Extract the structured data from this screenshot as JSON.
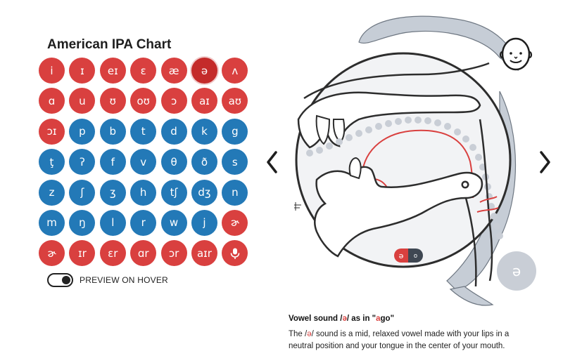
{
  "title": "American IPA Chart",
  "symbols": [
    {
      "s": "i",
      "t": "vowel"
    },
    {
      "s": "ɪ",
      "t": "vowel"
    },
    {
      "s": "eɪ",
      "t": "vowel"
    },
    {
      "s": "ɛ",
      "t": "vowel"
    },
    {
      "s": "æ",
      "t": "vowel"
    },
    {
      "s": "ə",
      "t": "vowel",
      "active": true
    },
    {
      "s": "ʌ",
      "t": "vowel"
    },
    {
      "s": "ɑ",
      "t": "vowel"
    },
    {
      "s": "u",
      "t": "vowel"
    },
    {
      "s": "ʊ",
      "t": "vowel"
    },
    {
      "s": "oʊ",
      "t": "vowel"
    },
    {
      "s": "ɔ",
      "t": "vowel"
    },
    {
      "s": "aɪ",
      "t": "vowel"
    },
    {
      "s": "aʊ",
      "t": "vowel"
    },
    {
      "s": "ɔɪ",
      "t": "vowel"
    },
    {
      "s": "p",
      "t": "cons"
    },
    {
      "s": "b",
      "t": "cons"
    },
    {
      "s": "t",
      "t": "cons"
    },
    {
      "s": "d",
      "t": "cons"
    },
    {
      "s": "k",
      "t": "cons"
    },
    {
      "s": "g",
      "t": "cons"
    },
    {
      "s": "ţ",
      "t": "cons"
    },
    {
      "s": "ʔ",
      "t": "cons"
    },
    {
      "s": "f",
      "t": "cons"
    },
    {
      "s": "v",
      "t": "cons"
    },
    {
      "s": "θ",
      "t": "cons"
    },
    {
      "s": "ð",
      "t": "cons"
    },
    {
      "s": "s",
      "t": "cons"
    },
    {
      "s": "z",
      "t": "cons"
    },
    {
      "s": "ʃ",
      "t": "cons"
    },
    {
      "s": "ʒ",
      "t": "cons"
    },
    {
      "s": "h",
      "t": "cons"
    },
    {
      "s": "tʃ",
      "t": "cons"
    },
    {
      "s": "dʒ",
      "t": "cons"
    },
    {
      "s": "n",
      "t": "cons"
    },
    {
      "s": "m",
      "t": "cons"
    },
    {
      "s": "ŋ",
      "t": "cons"
    },
    {
      "s": "l",
      "t": "cons"
    },
    {
      "s": "r",
      "t": "cons"
    },
    {
      "s": "w",
      "t": "cons"
    },
    {
      "s": "j",
      "t": "cons"
    },
    {
      "s": "ɚ",
      "t": "vowel"
    },
    {
      "s": "ɚ",
      "t": "vowel"
    },
    {
      "s": "ɪr",
      "t": "vowel"
    },
    {
      "s": "ɛr",
      "t": "vowel"
    },
    {
      "s": "ɑr",
      "t": "vowel"
    },
    {
      "s": "ɔr",
      "t": "vowel"
    },
    {
      "s": "aɪr",
      "t": "vowel"
    },
    {
      "s": "",
      "t": "vowel",
      "icon": "microphone-icon"
    }
  ],
  "colors": {
    "vowel": "#d9403f",
    "consonant": "#2379b7",
    "active": "#c42b2a"
  },
  "preview": {
    "label": "PREVIEW ON HOVER",
    "enabled": true
  },
  "diagram": {
    "mode_symbol": "ə",
    "mode_alt": "ᴏ",
    "big_symbol": "ə",
    "icons": {
      "prev": "chevron-left-icon",
      "next": "chevron-right-icon",
      "face": "face-front-icon"
    }
  },
  "description": {
    "heading_pre": "Vowel sound /",
    "heading_sym": "ə",
    "heading_mid": "/ as in \"",
    "heading_hl": "a",
    "heading_post": "go\"",
    "body_pre": "The /",
    "body_sym": "ə",
    "body_post": "/ sound is a mid, relaxed vowel made with your lips in a neutral position and your tongue in the center of your mouth."
  }
}
